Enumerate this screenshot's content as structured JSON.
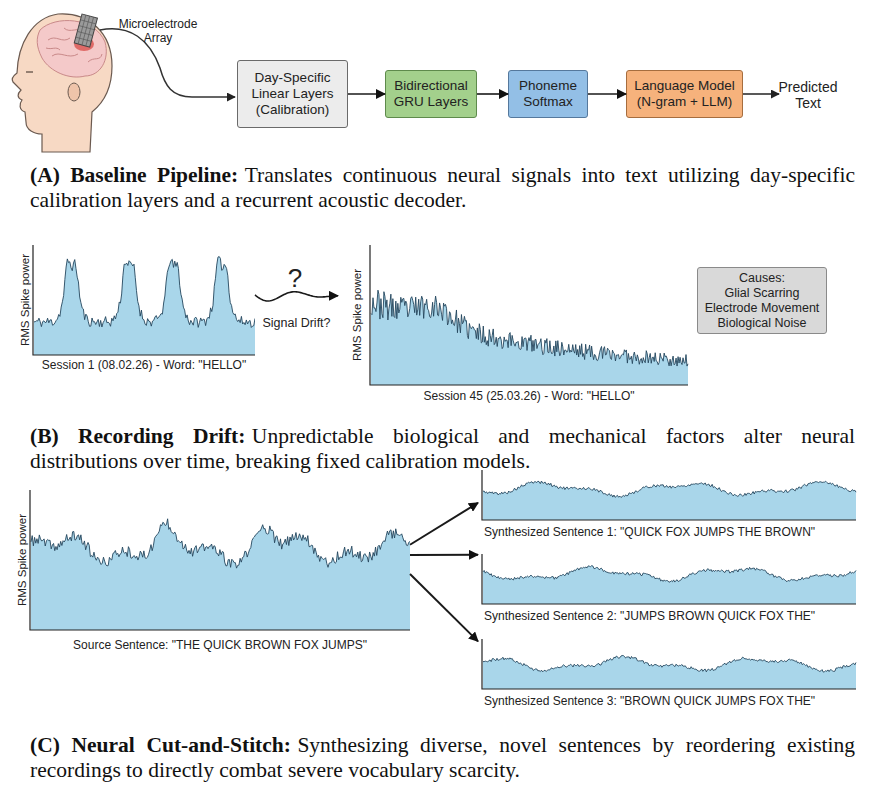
{
  "diagram": {
    "nodes": [
      {
        "text": [
          "Day-Specific Linear Layers (Calibration)"
        ]
      },
      {
        "text": [
          "Bidirectional GRU Layers"
        ]
      },
      {
        "text": [
          "Phoneme Softmax"
        ]
      },
      {
        "text": [
          "Language Model (N-gram + LLM)"
        ]
      },
      {
        "text": [
          "RMS Spike power",
          "Session 1 (08.02.26) - Word: \"HELLO\""
        ]
      },
      {
        "text": [
          "RMS Spike power",
          "Session 45 (25.03.26) - Word: \"HELLO\""
        ]
      },
      {
        "text": [
          "Causes:",
          "Glial Scarring",
          "Electrode Movement",
          "Biological Noise"
        ]
      },
      {
        "text": [
          "RMS Spike power",
          "Source Sentence: \"THE QUICK BROWN FOX JUMPS\""
        ]
      },
      {
        "text": [
          "Synthesized Sentence 1: \"QUICK FOX JUMPS THE BROWN\""
        ]
      },
      {
        "text": [
          "Synthesized Sentence 2: \"JUMPS BROWN QUICK FOX THE\""
        ]
      },
      {
        "text": [
          "Synthesized Sentence 3: \"BROWN QUICK JUMPS FOX THE\""
        ]
      }
    ],
    "edges": [
      {
        "from": 0,
        "to": 1,
        "arrow": "to"
      },
      {
        "from": 1,
        "to": 2,
        "arrow": "to"
      },
      {
        "from": 2,
        "to": 3,
        "arrow": "to"
      },
      {
        "from": 4,
        "to": 5,
        "label": "Signal Drift?",
        "arrow": "to"
      },
      {
        "from": 7,
        "to": 8,
        "arrow": "to"
      },
      {
        "from": 7,
        "to": 9,
        "arrow": "to"
      },
      {
        "from": 7,
        "to": 10,
        "arrow": "to"
      }
    ],
    "labels": [
      "Microelectrode Array",
      "Predicted Text",
      "(A) Baseline Pipeline:",
      "Translates continuous neural signals into text utilizing day-specific calibration layers and a recurrent acoustic decoder.",
      "?",
      "(B) Recording Drift:",
      "Unpredictable biological and mechanical factors alter neural distributions over time, breaking fixed calibration models.",
      "(C) Neural Cut-and-Stitch:",
      "Synthesizing diverse, novel sentences by reordering existing recordings to directly combat severe vocabulary scarcity."
    ]
  }
}
